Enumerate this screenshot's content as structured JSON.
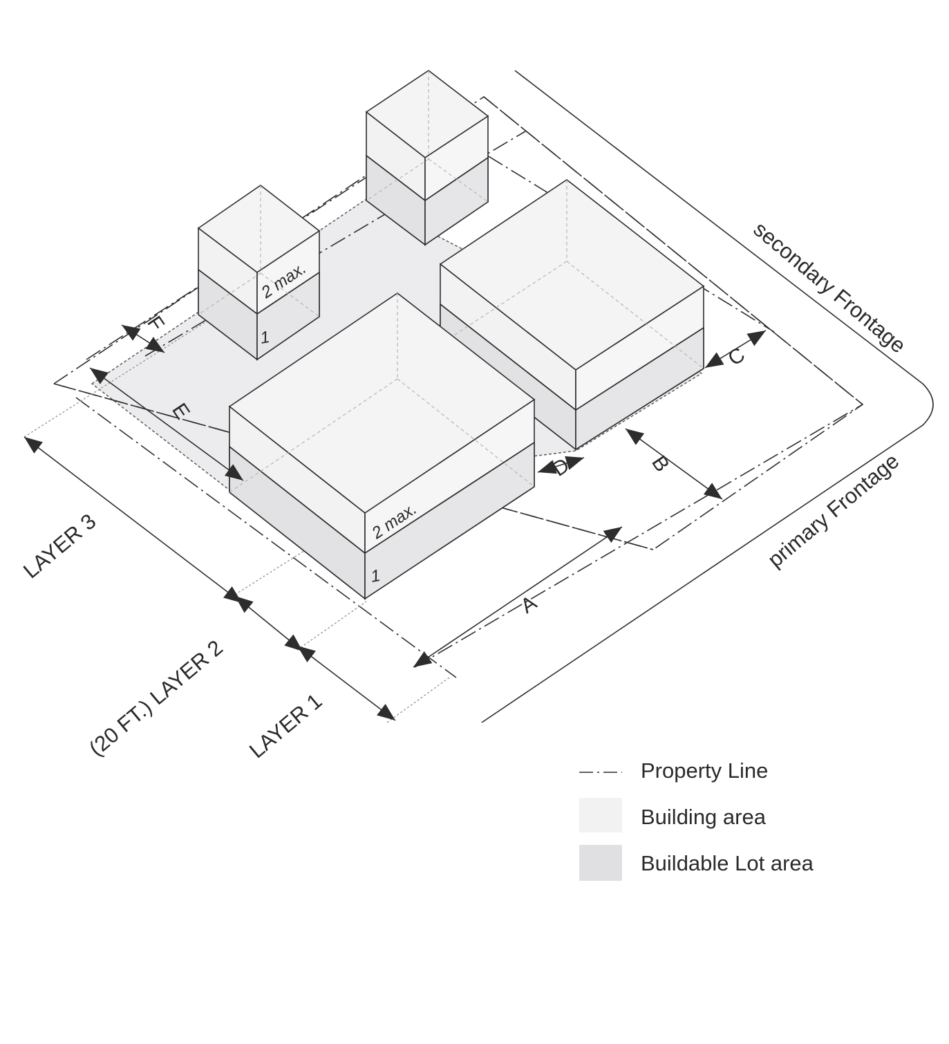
{
  "frontages": {
    "secondary": "secondary Frontage",
    "primary": "primary Frontage"
  },
  "layers": {
    "layer3": "LAYER 3",
    "layer2": "(20 FT.) LAYER 2",
    "layer1": "LAYER 1"
  },
  "dimensions": {
    "A": "A",
    "B": "B",
    "C": "C",
    "D": "D",
    "E": "E",
    "F": "F"
  },
  "floors": {
    "main_ground": "1",
    "main_upper": "2 max.",
    "back_ground": "1",
    "back_upper": "2 max."
  },
  "legend": {
    "property_line": "Property Line",
    "building_area": "Building area",
    "buildable_lot_area": "Buildable Lot area"
  },
  "colors": {
    "building_area": "#f2f2f2",
    "buildable_lot_area": "#e0e0e2",
    "line": "#2d2d2d",
    "hidden_line": "#9a9a9a"
  }
}
